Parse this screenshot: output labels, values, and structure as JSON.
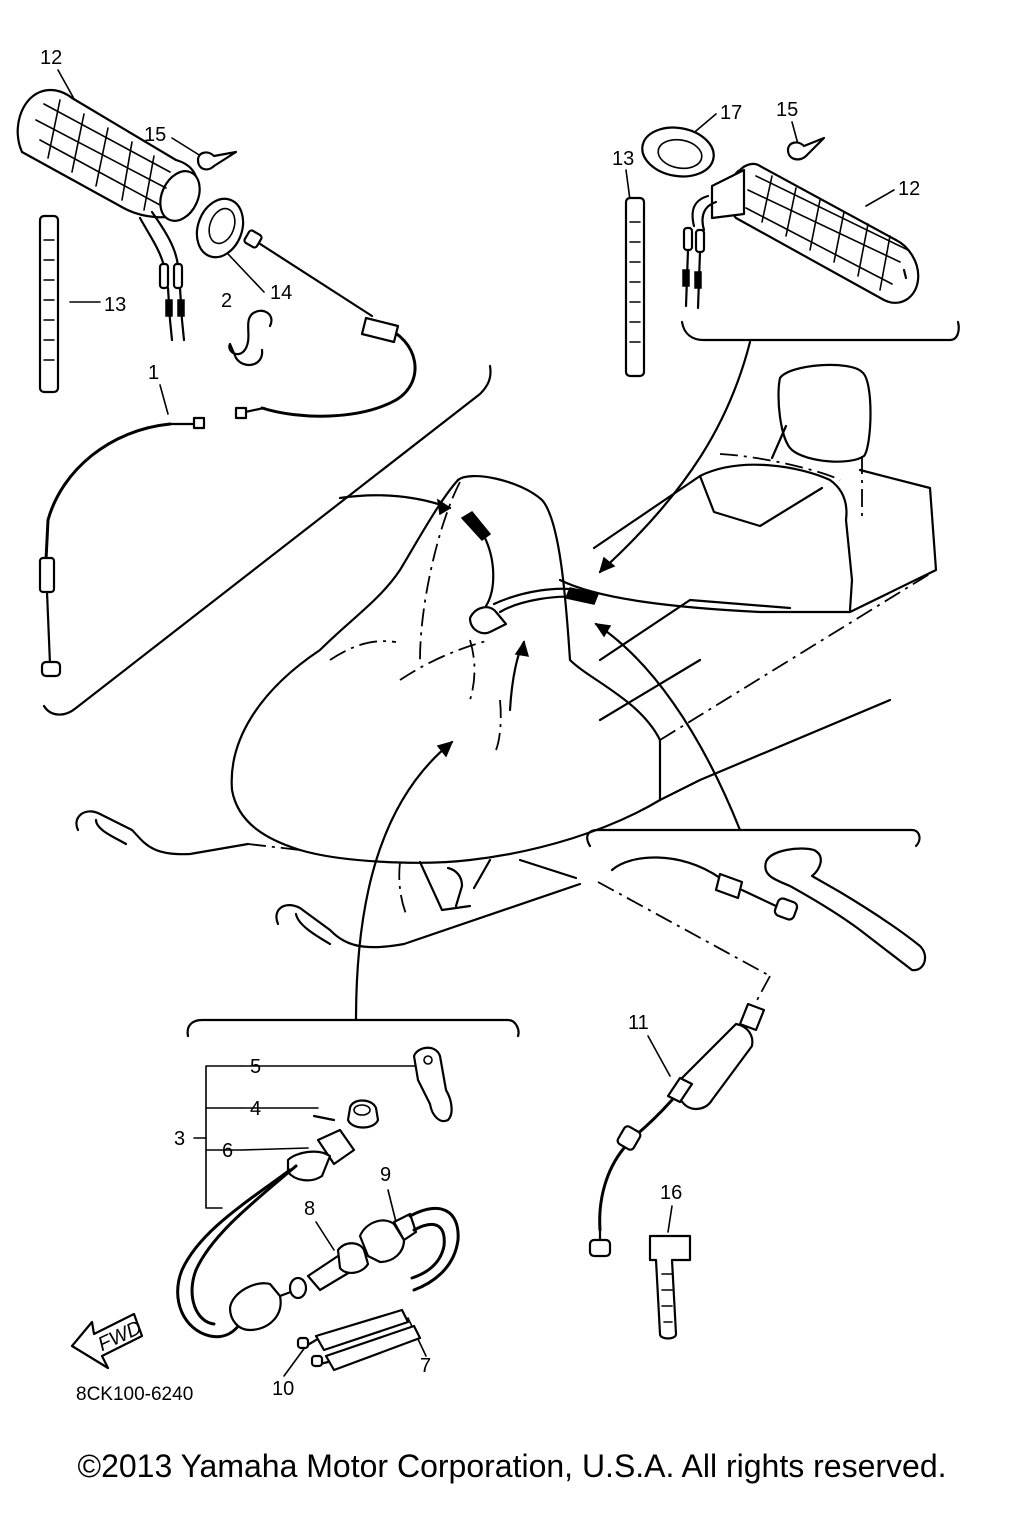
{
  "diagram": {
    "diagram_code": "8CK100-6240",
    "fwd_label": "FWD",
    "callouts": [
      {
        "key": "12_left",
        "label": "12"
      },
      {
        "key": "15_left",
        "label": "15"
      },
      {
        "key": "13_left",
        "label": "13"
      },
      {
        "key": "14",
        "label": "14"
      },
      {
        "key": "2",
        "label": "2"
      },
      {
        "key": "1",
        "label": "1"
      },
      {
        "key": "17",
        "label": "17"
      },
      {
        "key": "15_right",
        "label": "15"
      },
      {
        "key": "13_right",
        "label": "13"
      },
      {
        "key": "12_right",
        "label": "12"
      },
      {
        "key": "5",
        "label": "5"
      },
      {
        "key": "4",
        "label": "4"
      },
      {
        "key": "3",
        "label": "3"
      },
      {
        "key": "6",
        "label": "6"
      },
      {
        "key": "9",
        "label": "9"
      },
      {
        "key": "8",
        "label": "8"
      },
      {
        "key": "10",
        "label": "10"
      },
      {
        "key": "7",
        "label": "7"
      },
      {
        "key": "11",
        "label": "11"
      },
      {
        "key": "16",
        "label": "16"
      }
    ]
  },
  "footer": {
    "copyright": "©2013 Yamaha Motor Corporation, U.S.A. All rights reserved."
  }
}
